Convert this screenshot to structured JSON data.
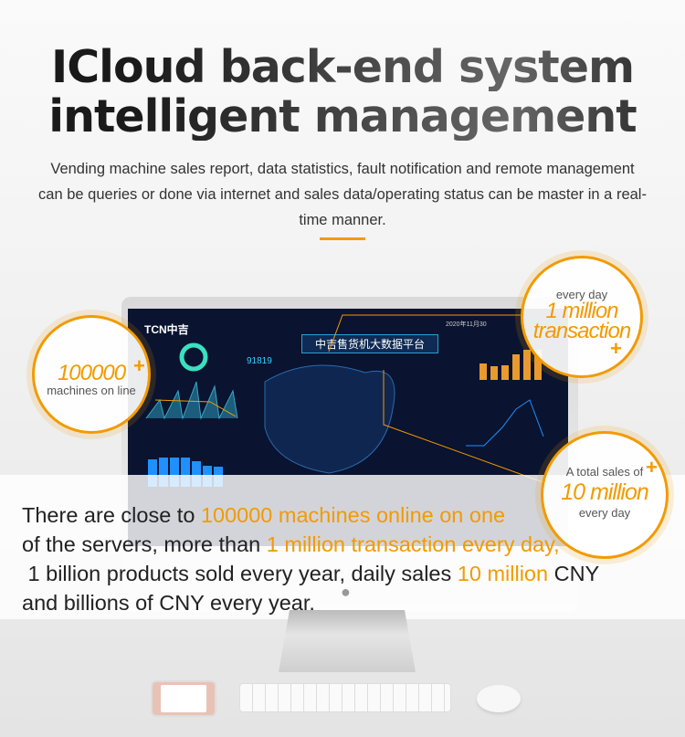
{
  "header": {
    "title_line1": "ICloud back-end system",
    "title_line2": "intelligent management",
    "subtitle": "Vending machine sales report, data statistics, fault notification and remote management can be queries or done via internet and sales data/operating status can be master in a real-time manner."
  },
  "dashboard": {
    "logo": "TCN中吉",
    "title": "中吉售货机大数据平台",
    "date": "2020年11月30",
    "online_count": "91819"
  },
  "badges": {
    "machines": {
      "value": "100000",
      "label": "machines on line"
    },
    "transactions": {
      "top": "every day",
      "value1": "1 million",
      "value2": "transaction"
    },
    "sales": {
      "top": "A total sales of",
      "value": "10 million",
      "bottom": "every day"
    }
  },
  "body": {
    "p1": "There are close to ",
    "h1": "100000 machines online on one",
    "p2": "of the servers, more than ",
    "h2": "1 million transaction every day,",
    "p3": " 1 billion products sold every year, daily sales ",
    "h3": "10 million",
    "p4": " CNY",
    "p5": "and billions of CNY every year."
  },
  "colors": {
    "accent": "#f39a00",
    "screen": "#0a1330"
  }
}
